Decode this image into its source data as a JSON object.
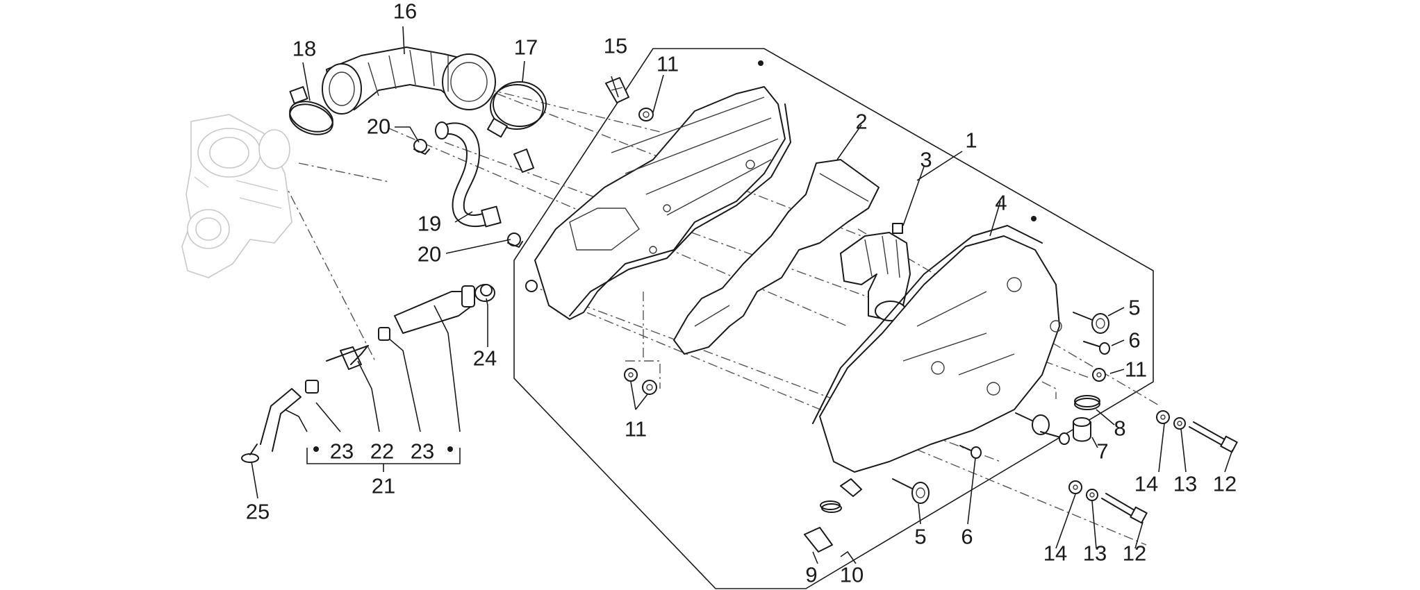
{
  "labels": {
    "l1": "1",
    "l2": "2",
    "l3": "3",
    "l4": "4",
    "l5a": "5",
    "l5b": "5",
    "l6a": "6",
    "l6b": "6",
    "l7": "7",
    "l8": "8",
    "l9": "9",
    "l10": "10",
    "l11a": "11",
    "l11b": "11",
    "l11c": "11",
    "l12a": "12",
    "l12b": "12",
    "l13a": "13",
    "l13b": "13",
    "l14a": "14",
    "l14b": "14",
    "l15": "15",
    "l16": "16",
    "l17": "17",
    "l18": "18",
    "l19": "19",
    "l20a": "20",
    "l20b": "20",
    "l21": "21",
    "l22": "22",
    "l23a": "23",
    "l23b": "23",
    "l24": "24",
    "l25": "25"
  }
}
